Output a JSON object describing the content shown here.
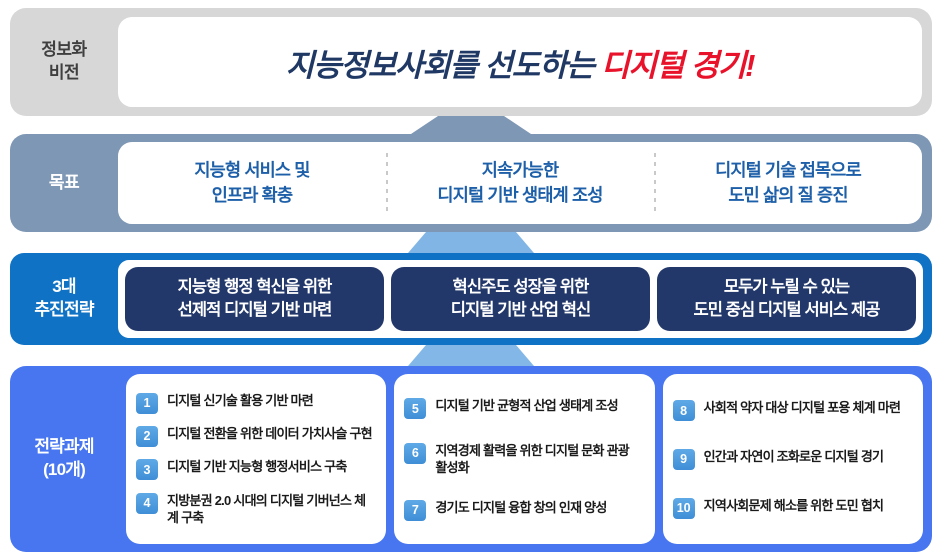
{
  "vision": {
    "label": "정보화\n비전",
    "title_main": "지능정보사회를 선도하는 ",
    "title_accent": "디지털 경기!",
    "navy_color": "#1F3864",
    "accent_color": "#E8122A",
    "band_color": "#D7D7D7"
  },
  "goal": {
    "label": "목표",
    "band_color": "#7E97B5",
    "text_color": "#1D5FA8",
    "items": [
      "지능형 서비스 및\n인프라 확충",
      "지속가능한\n디지털 기반 생태계 조성",
      "디지털 기술 접목으로\n도민 삶의 질 증진"
    ]
  },
  "strategy": {
    "label": "3대\n추진전략",
    "band_color": "#0F72C4",
    "card_color": "#22376A",
    "items": [
      "지능형 행정 혁신을 위한\n선제적 디지털 기반 마련",
      "혁신주도 성장을 위한\n디지털 기반 산업 혁신",
      "모두가 누릴 수 있는\n도민 중심 디지털 서비스 제공"
    ]
  },
  "tasks": {
    "label": "전략과제\n(10개)",
    "band_color": "#4776F0",
    "badge_color": "#3F8ED6",
    "columns": [
      {
        "items": [
          {
            "num": "1",
            "text": "디지털 신기술 활용 기반 마련"
          },
          {
            "num": "2",
            "text": "디지털 전환을 위한 데이터 가치사슬 구현"
          },
          {
            "num": "3",
            "text": "디지털 기반 지능형 행정서비스 구축"
          },
          {
            "num": "4",
            "text": "지방분권 2.0 시대의 디지털 기버넌스 체계 구축"
          }
        ]
      },
      {
        "items": [
          {
            "num": "5",
            "text": "디지털 기반 균형적 산업 생태계 조성"
          },
          {
            "num": "6",
            "text": "지역경제 활력을 위한 디지털 문화 관광 활성화"
          },
          {
            "num": "7",
            "text": "경기도 디지털 융합 창의 인재 양성"
          }
        ]
      },
      {
        "items": [
          {
            "num": "8",
            "text": "사회적 약자 대상 디지털 포용 체계 마련"
          },
          {
            "num": "9",
            "text": "인간과 자연이 조화로운 디지털 경기"
          },
          {
            "num": "10",
            "text": "지역사회문제 해소를 위한 도민 협치"
          }
        ]
      }
    ]
  },
  "connectors": [
    {
      "name": "vision-to-goal",
      "color": "#7E97B5"
    },
    {
      "name": "goal-to-strategy",
      "color": "#80B5E5"
    },
    {
      "name": "strategy-to-tasks",
      "color": "#82B7E8"
    }
  ]
}
